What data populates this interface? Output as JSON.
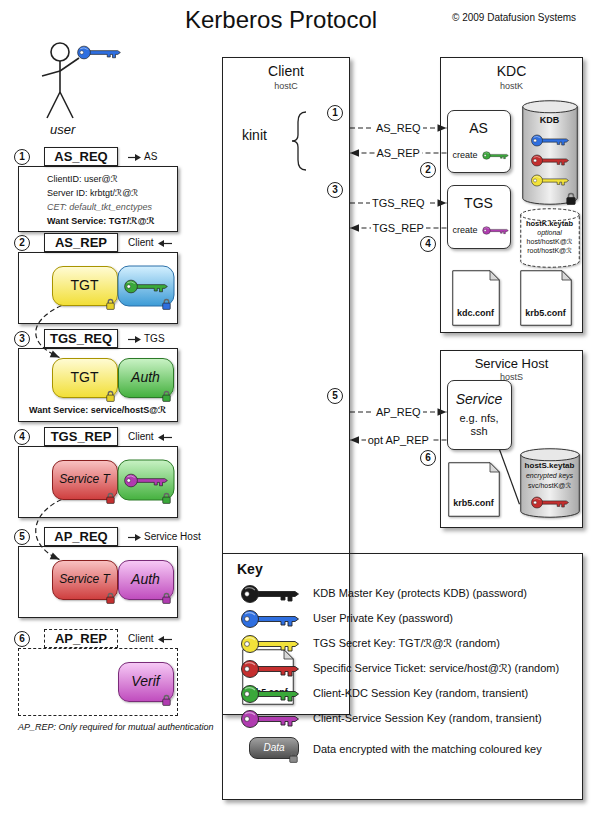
{
  "diagram": {
    "title": "Kerberos Protocol",
    "nodes": [
      {
        "text": [
          "AS_REQ",
          "ClientID: user@ℛ",
          "Server ID: krbtgt/ℛ@ℛ",
          "CET: default_tkt_enctypes",
          "Want Service: TGT/ℛ@ℛ"
        ]
      },
      {
        "text": [
          "AS_REP"
        ]
      },
      {
        "text": [
          "TGT"
        ],
        "in": 1
      },
      {
        "text": [
          "TGS_REQ",
          "Want Service: service/hostS@ℛ"
        ]
      },
      {
        "text": [
          "TGT"
        ],
        "in": 3
      },
      {
        "text": [
          "Auth"
        ],
        "in": 3
      },
      {
        "text": [
          "TGS_REP"
        ]
      },
      {
        "text": [
          "Service T"
        ],
        "in": 6
      },
      {
        "text": [
          "AP_REQ"
        ]
      },
      {
        "text": [
          "Service T"
        ],
        "in": 8
      },
      {
        "text": [
          "Auth"
        ],
        "in": 8
      },
      {
        "text": [
          "AP_REP"
        ]
      },
      {
        "text": [
          "Verif"
        ],
        "in": 11
      },
      {
        "text": [
          "Client",
          "hostC"
        ]
      },
      {
        "text": [
          "krb5.conf"
        ],
        "in": 13
      },
      {
        "text": [
          "KDC",
          "hostK"
        ]
      },
      {
        "text": [
          "AS",
          "create"
        ],
        "in": 15
      },
      {
        "text": [
          "TGS",
          "create"
        ],
        "in": 15
      },
      {
        "text": [
          "KDB"
        ],
        "in": 15
      },
      {
        "text": [
          "hostK.keytab",
          "optional",
          "host/hostK@ℛ",
          "root/hostK@ℛ"
        ],
        "in": 15
      },
      {
        "text": [
          "kdc.conf"
        ],
        "in": 15
      },
      {
        "text": [
          "krb5.conf"
        ],
        "in": 15
      },
      {
        "text": [
          "Service Host",
          "hostS"
        ]
      },
      {
        "text": [
          "Service",
          "e.g. nfs, ssh"
        ],
        "in": 22
      },
      {
        "text": [
          "krb5.conf"
        ],
        "in": 22
      },
      {
        "text": [
          "hostS.keytab",
          "encrypted keys",
          "svc/hostK@ℛ"
        ],
        "in": 22
      },
      {
        "text": [
          "Key"
        ]
      }
    ],
    "edges": [
      {
        "from": 13,
        "to": 16,
        "label": "AS_REQ",
        "arrow": "to"
      },
      {
        "from": 16,
        "to": 13,
        "label": "AS_REP",
        "arrow": "to"
      },
      {
        "from": 13,
        "to": 17,
        "label": "TGS_REQ",
        "arrow": "to"
      },
      {
        "from": 17,
        "to": 13,
        "label": "TGS_REP",
        "arrow": "to"
      },
      {
        "from": 13,
        "to": 23,
        "label": "AP_REQ",
        "arrow": "to"
      },
      {
        "from": 23,
        "to": 13,
        "label": "opt AP_REP",
        "arrow": "to"
      },
      {
        "from": 2,
        "to": 4,
        "arrow": "to"
      },
      {
        "from": 7,
        "to": 9,
        "arrow": "to"
      },
      {
        "from": 23,
        "to": 25,
        "arrow": "none"
      }
    ],
    "labels": [
      "© 2009 Datafusion Systems",
      "user",
      "1",
      "AS",
      "2",
      "Client",
      "3",
      "TGS",
      "4",
      "Client",
      "5",
      "Service Host",
      "6",
      "Client",
      "AP_REP: Only required for mutual authentication",
      "kinit",
      "1",
      "2",
      "3",
      "4",
      "5",
      "6",
      "Data"
    ],
    "legend": [
      {
        "text": "KDB Master Key (protects KDB) (password)",
        "color": "#1a1a1a"
      },
      {
        "text": "User Private Key (password)",
        "color": "#2f6fe0"
      },
      {
        "text": "TGS Secret Key: TGT/ℛ@ℛ (random)",
        "color": "#f2e23a"
      },
      {
        "text": "Specific Service Ticket: service/host@ℛ) (random)",
        "color": "#c42f2f"
      },
      {
        "text": "Client-KDC Session Key (random, transient)",
        "color": "#3aa83a"
      },
      {
        "text": "Client-Service Session Key (random, transient)",
        "color": "#b03cb0"
      },
      {
        "text": "Data encrypted with the matching coloured key"
      }
    ]
  }
}
